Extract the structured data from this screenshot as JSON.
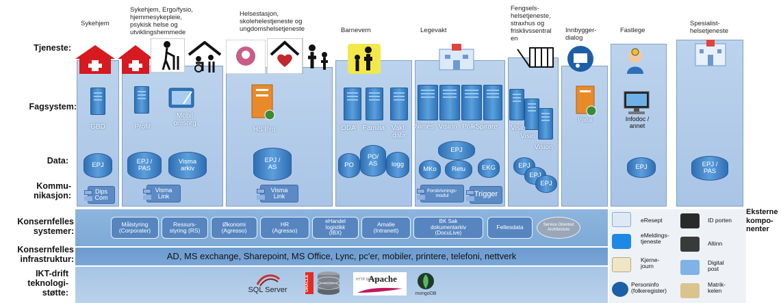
{
  "row_labels": {
    "tjeneste": "Tjeneste:",
    "fagsystem": "Fagsystem:",
    "data": "Data:",
    "kommunikasjon": "Kommu-\nnikasjon:",
    "konsernfelles_systemer": "Konsernfelles\nsystemer:",
    "konsernfelles_infrastruktur": "Konsernfelles\ninfrastruktur:",
    "ikt_drift": "IKT-drift\nteknologi-\nstøtte:"
  },
  "services": {
    "sykehjem": "Sykehjem",
    "sykehjem_ergo": "Sykehjem, Ergo/fysio,\nhjemmesykepleie,\npsykisk helse og\nutviklingshemmede",
    "helsestasjon": "Helsestasjon,\nskolehelestjeneste og\nungdomshelsetjeneste",
    "barnevern": "Barnevern",
    "legevakt": "Legevakt",
    "fengsel": "Fengsels-\nhelsetjeneste,\nstraxhus og\nfrisklivssentral\nen",
    "innbygger": "Innbygger-\ndialog",
    "fastlege": "Fastlege",
    "spesialist": "Spesialist-\nhelsetjeneste"
  },
  "fagsystem": {
    "gbd": "GBD",
    "profil": "Profil",
    "mobil": "Mobil\nomsorg",
    "hspro": "HS Pro",
    "oda": "ODA",
    "familia": "Familia",
    "vaktdata": "Vakt-\ndata",
    "nimes": "Nimes",
    "vision": "Vision",
    "polk": "PolkSpirare",
    "visio1": "Visio",
    "visio2": "Visio",
    "vision2": "Vision",
    "portal": "Portal",
    "infodoc": "Infodoc /\nannet"
  },
  "data_stores": {
    "epj1": "EPJ",
    "epjpas": "EPJ /\nPAS",
    "visma_arkiv": "Visma\narkiv",
    "epjas": "EPJ /\nAS",
    "po": "PO",
    "poas": "PO/\nAS",
    "logg": "logg",
    "epj_legevakt": "EPJ",
    "mko": "MKo",
    "retu": "Retu",
    "ekg": "EKG",
    "epj_f1": "EPJ",
    "epj_f2": "EPJ",
    "epj_f3": "EPJ",
    "epj_fastlege": "EPJ",
    "epjpas_spes": "EPJ /\nPAS"
  },
  "kommunikasjon": {
    "dips": "Dips\nCom",
    "visma1": "Visma\nLink",
    "visma2": "Visma\nLink",
    "forskrivning": "Forskrivnings-\nmodul",
    "trigger": "Trigger"
  },
  "konsern_systemer": [
    "Målstyring\n(Corporater)",
    "Ressurs-\nstyring (RS)",
    "Økonomi\n(Agresso)",
    "HR\n(Agresso)",
    "eHandel\nlogistikk\n(IBX)",
    "Amalie\n(Intranett)",
    "BK Sak\ndokumentarkiv\n(DocuLive)",
    "Fellesdata",
    "Service Oriented\nArchitecture"
  ],
  "infrastruktur_text": "AD, MS exchange, Sharepoint, MS Office, Lync, pc'er, mobiler, printere, telefoni, nettverk",
  "ikt_logos": {
    "sql": "SQL Server",
    "oracle": "ORACLE",
    "apache": "Apache",
    "apache_sub": "HTTP SERVER",
    "mongo": "mongoDB"
  },
  "eksterne_label": "Eksterne\nkompo-\nnenter",
  "eksterne": {
    "eresept": "eResept",
    "idporten": "ID porten",
    "emeldings": "eMeldings-\ntjeneste",
    "altinn": "Altinn",
    "kjernejourn": "Kjerne-\njourn",
    "digitalpost": "Digital\npost",
    "personinfo": "Personinfo\n(folkeregister)",
    "matrikkelen": "Matrik-\nkelen"
  },
  "colors": {
    "column_fill": "#b4cdea",
    "band": "#86afdb",
    "pill": "#5685bf",
    "server": "#2f73b8",
    "red_house": "#d71920"
  }
}
